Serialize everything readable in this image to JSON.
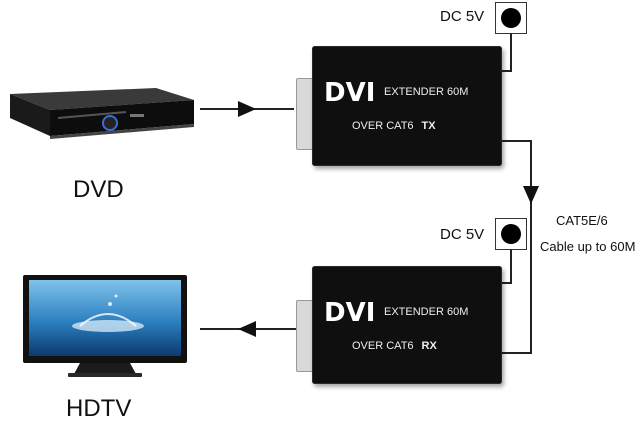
{
  "source": {
    "label": "DVD"
  },
  "display": {
    "label": "HDTV"
  },
  "transmitter": {
    "brand": "DVI",
    "model": "EXTENDER 60M",
    "cable_type": "OVER  CAT6",
    "mode": "TX",
    "power": "DC 5V"
  },
  "receiver": {
    "brand": "DVI",
    "model": "EXTENDER 60M",
    "cable_type": "OVER  CAT6",
    "mode": "RX",
    "power": "DC 5V"
  },
  "cable": {
    "type": "CAT5E/6",
    "length": "Cable up to 60M"
  }
}
